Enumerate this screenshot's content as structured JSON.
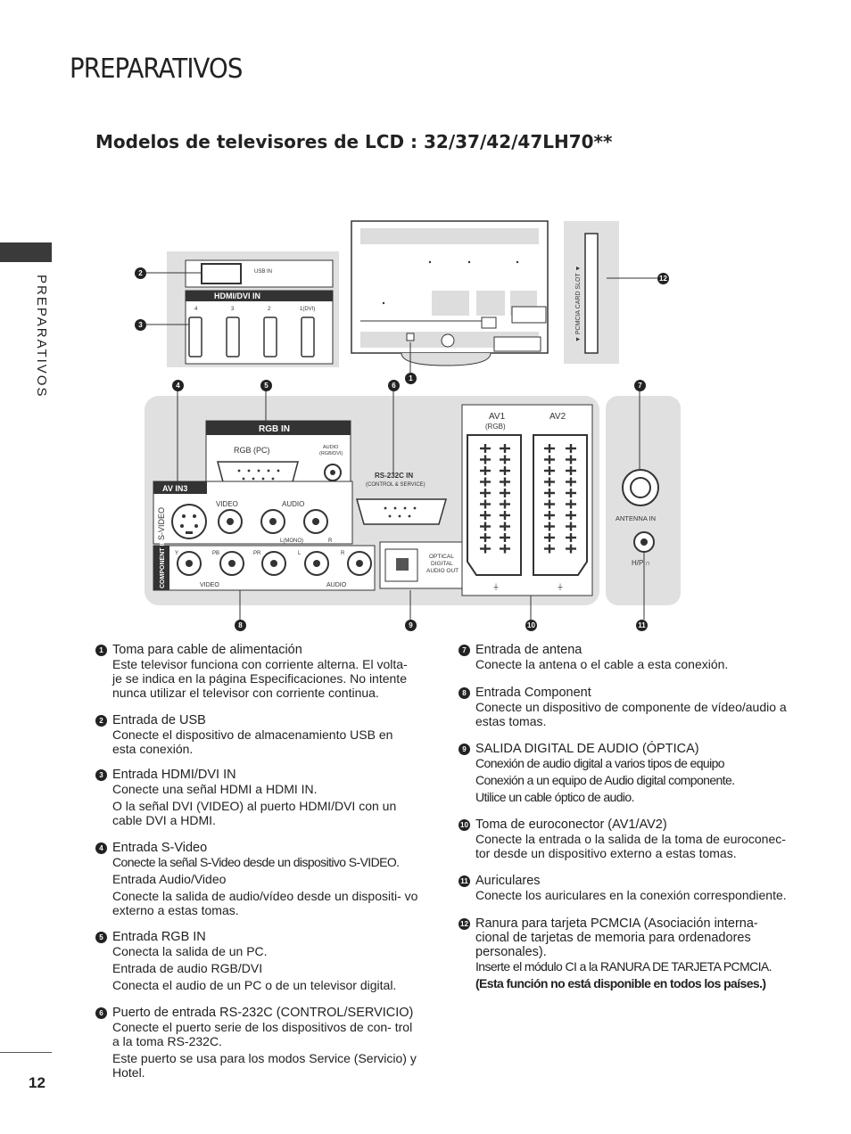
{
  "header": {
    "title": "PREPARATIVOS",
    "subtitle": "Modelos de televisores de LCD : 32/37/42/47LH70**"
  },
  "sidebar": {
    "label": "PREPARATIVOS"
  },
  "footer": {
    "page_number": "12"
  },
  "diagram": {
    "usb_label": "USB IN",
    "hdmi_label": "HDMI/DVI IN",
    "hdmi_ports": [
      "4",
      "3",
      "2",
      "1(DVI)"
    ],
    "rgb_in": "RGB IN",
    "rgb_pc": "RGB (PC)",
    "audio_rgb_dvi": "AUDIO (RGB/DVI)",
    "rs232c": "RS-232C IN",
    "rs232c_sub": "(CONTROL & SERVICE)",
    "av_in3": "AV IN3",
    "s_video": "S-VIDEO",
    "video": "VIDEO",
    "audio": "AUDIO",
    "l_mono": "L(MONO)",
    "r": "R",
    "component_in": "COMPONENT IN",
    "comp_y": "Y",
    "comp_pb": "PB",
    "comp_pr": "PR",
    "comp_l": "L",
    "comp_r": "R",
    "comp_video": "VIDEO",
    "comp_audio": "AUDIO",
    "optical": "OPTICAL DIGITAL AUDIO OUT",
    "av1": "AV1",
    "av1_sub": "(RGB)",
    "av2": "AV2",
    "antenna_in": "ANTENNA IN",
    "hp": "H/P",
    "pcmcia": "PCMCIA CARD SLOT"
  },
  "callouts": [
    "1",
    "2",
    "3",
    "4",
    "5",
    "6",
    "7",
    "8",
    "9",
    "10",
    "11",
    "12"
  ],
  "items_left": [
    {
      "n": "1",
      "head": "Toma para cable de alimentación",
      "body": [
        "Este televisor funciona con corriente alterna. El volta- je se indica en la página Especificaciones. No intente nunca utilizar el televisor con corriente continua."
      ]
    },
    {
      "n": "2",
      "head": "Entrada de USB",
      "body": [
        "Conecte el dispositivo de almacenamiento USB en esta conexión."
      ]
    },
    {
      "n": "3",
      "head": "Entrada HDMI/DVI IN",
      "body": [
        "Conecte una señal HDMI a HDMI IN.",
        "O la señal DVI (VIDEO) al puerto HDMI/DVI con un cable DVI a HDMI."
      ]
    },
    {
      "n": "4",
      "head": "Entrada S-Video",
      "body": [
        "Conecte la señal S-Video desde un dispositivo S-VIDEO.",
        "Entrada Audio/Video",
        "Conecte la salida de audio/vídeo desde un dispositi- vo externo a estas tomas."
      ]
    },
    {
      "n": "5",
      "head": "Entrada RGB IN",
      "body": [
        "Conecta la salida de un PC.",
        "Entrada de audio RGB/DVI",
        "Conecta el audio de un PC o de un televisor digital."
      ]
    },
    {
      "n": "6",
      "head": "Puerto de entrada RS-232C (CONTROL/SERVICIO)",
      "body": [
        "Conecte el puerto serie de los dispositivos de con- trol a la toma RS-232C.",
        "Este puerto se usa para los modos Service (Servicio) y Hotel."
      ]
    }
  ],
  "items_right": [
    {
      "n": "7",
      "head": "Entrada de antena",
      "body": [
        "Conecte la antena o el cable a esta conexión."
      ]
    },
    {
      "n": "8",
      "head": "Entrada Component",
      "body": [
        "Conecte un dispositivo de componente de vídeo/audio a estas tomas."
      ]
    },
    {
      "n": "9",
      "head": "SALIDA DIGITAL DE AUDIO (ÓPTICA)",
      "body": [
        "Conexión de audio digital a varios tipos de equipo",
        "Conexión a un equipo de Audio digital componente.",
        "Utilice un cable óptico de audio."
      ]
    },
    {
      "n": "10",
      "head": "Toma de euroconector (AV1/AV2)",
      "body": [
        "Conecte la entrada o la salida de la toma de euroconec- tor desde un dispositivo externo a estas tomas."
      ]
    },
    {
      "n": "11",
      "head": "Auriculares",
      "body": [
        "Conecte los auriculares en la conexión correspondiente."
      ]
    },
    {
      "n": "12",
      "head": "Ranura para tarjeta PCMCIA (Asociación interna- cional de tarjetas de memoria para ordenadores personales).",
      "body": [
        "Inserte el módulo CI a la RANURA DE TARJETA PCMCIA.",
        "(Esta función no está disponible en todos los países.)"
      ]
    }
  ]
}
